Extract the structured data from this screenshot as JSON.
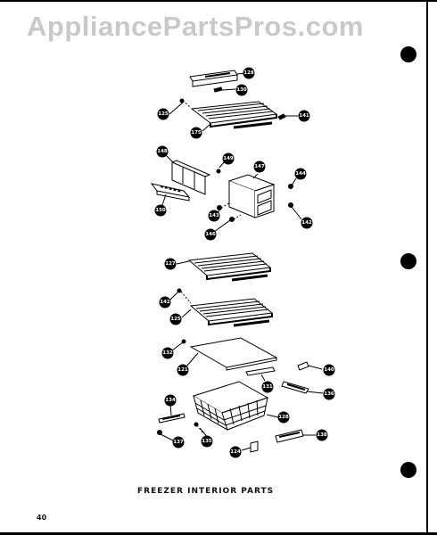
{
  "watermark": "AppliancePartsPros.com",
  "caption": "FREEZER INTERIOR PARTS",
  "page_number": "40",
  "callouts": [
    {
      "id": "c128a",
      "label": "128"
    },
    {
      "id": "c130",
      "label": "130"
    },
    {
      "id": "c125a",
      "label": "125"
    },
    {
      "id": "c175",
      "label": "175"
    },
    {
      "id": "c141",
      "label": "141"
    },
    {
      "id": "c148",
      "label": "148"
    },
    {
      "id": "c149",
      "label": "149"
    },
    {
      "id": "c147",
      "label": "147"
    },
    {
      "id": "c144",
      "label": "144"
    },
    {
      "id": "c150",
      "label": "150"
    },
    {
      "id": "c143",
      "label": "143"
    },
    {
      "id": "c142a",
      "label": "142"
    },
    {
      "id": "c146",
      "label": "146"
    },
    {
      "id": "c127",
      "label": "127"
    },
    {
      "id": "c142b",
      "label": "142"
    },
    {
      "id": "c125b",
      "label": "125"
    },
    {
      "id": "c132",
      "label": "132"
    },
    {
      "id": "c121",
      "label": "121"
    },
    {
      "id": "c140",
      "label": "140"
    },
    {
      "id": "c131",
      "label": "131"
    },
    {
      "id": "c136",
      "label": "136"
    },
    {
      "id": "c134",
      "label": "134"
    },
    {
      "id": "c128b",
      "label": "128"
    },
    {
      "id": "c137",
      "label": "137"
    },
    {
      "id": "c135",
      "label": "135"
    },
    {
      "id": "c124",
      "label": "124"
    },
    {
      "id": "c138",
      "label": "138"
    }
  ]
}
